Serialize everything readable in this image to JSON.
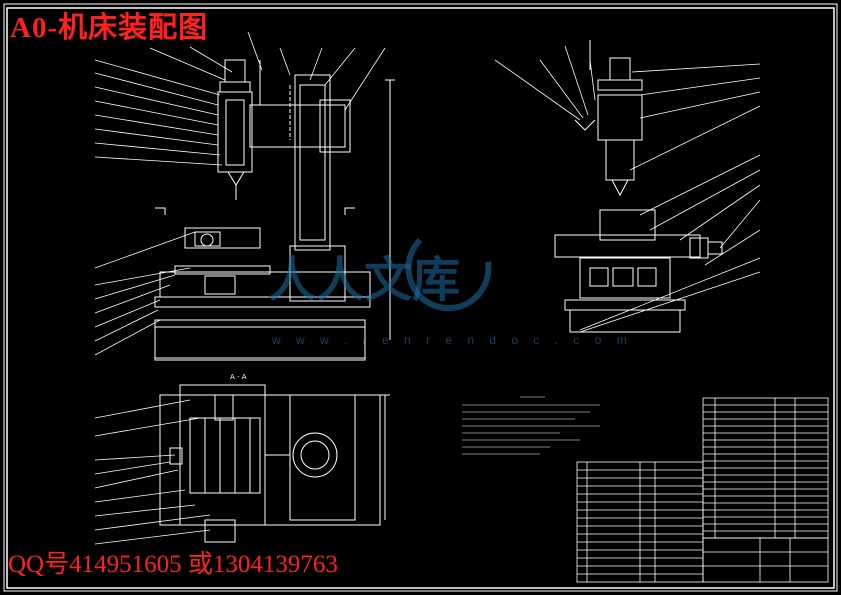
{
  "title": "A0-机床装配图",
  "contact": "QQ号414951605  或1304139763",
  "watermark": {
    "text": "人人文库",
    "url": "w w w . r e n r e n d o c . c o m"
  },
  "section_label": "A - A",
  "colors": {
    "background": "#000000",
    "frame": "#ffffff",
    "parts": "#ffffff",
    "accent": "#ff2020",
    "watermark": "#1d6fa3"
  },
  "icons": [
    "logo-circle-icon"
  ]
}
